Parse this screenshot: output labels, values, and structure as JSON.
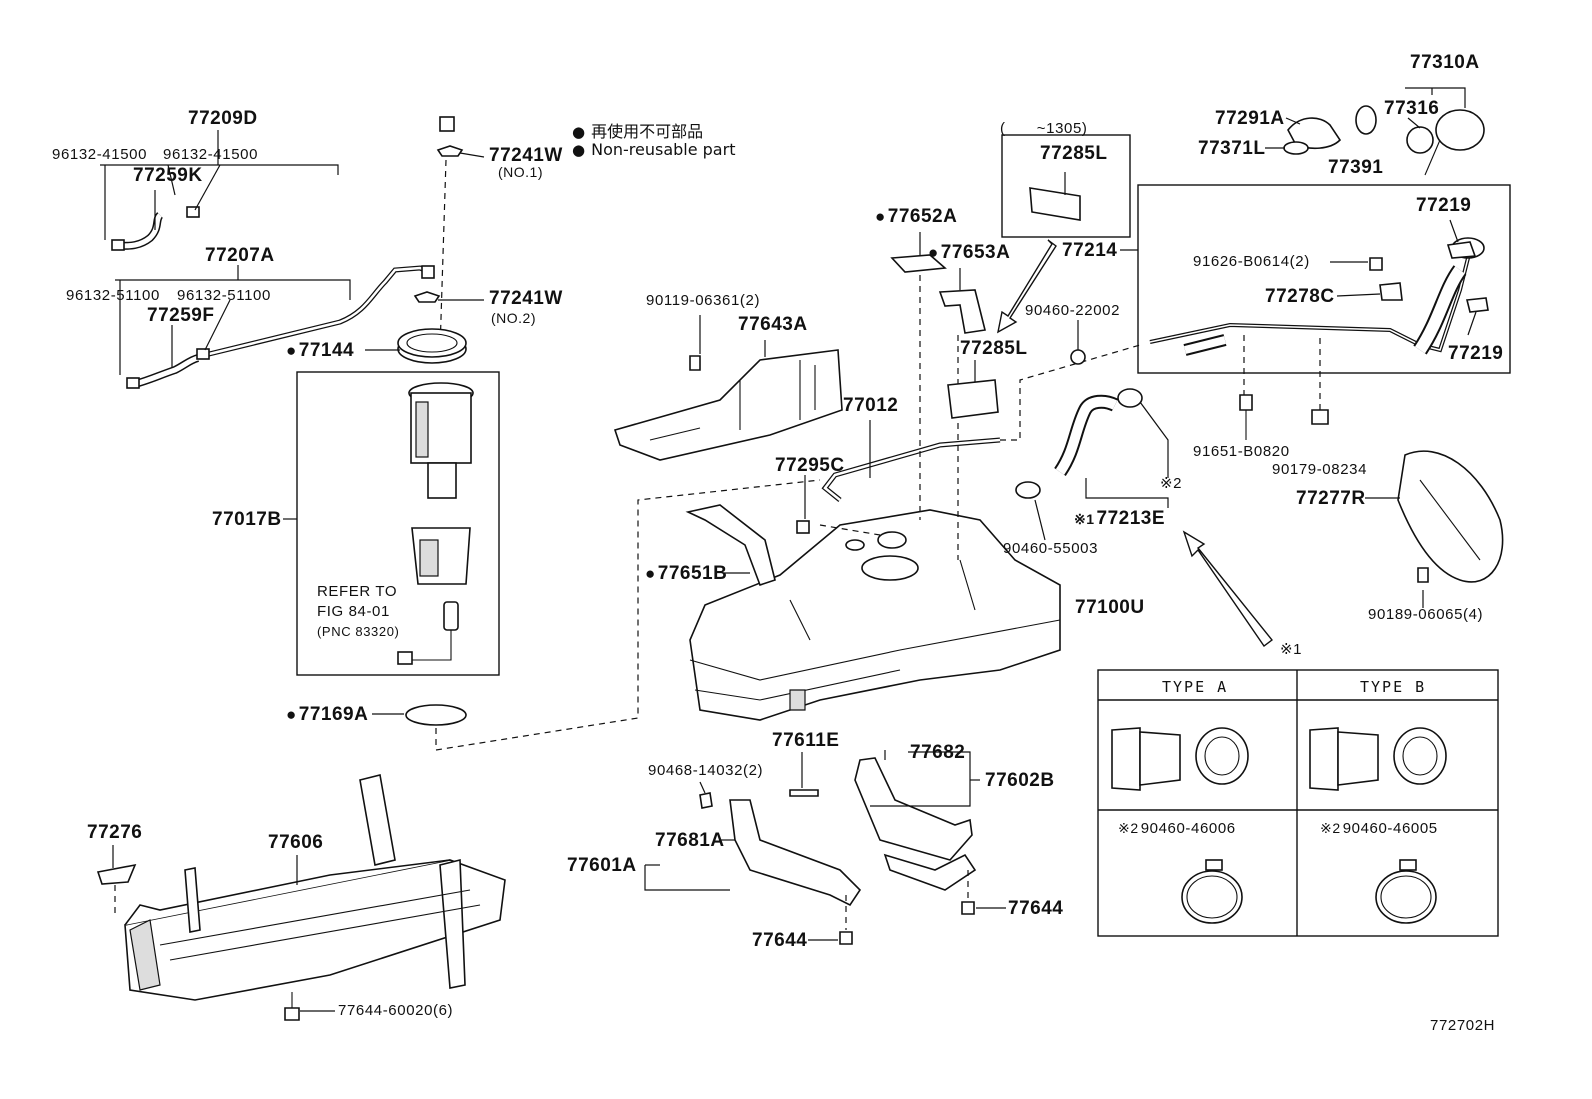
{
  "legend": {
    "dot_ja": "再使用不可部品",
    "dot_en": "Non-reusable part"
  },
  "range_label": "(　　~1305)",
  "type_table": {
    "type_a": "TYPE A",
    "type_b": "TYPE B",
    "clamp_a": "90460-46006",
    "clamp_b": "90460-46005",
    "mark2": "※2"
  },
  "refer": {
    "line1": "REFER TO",
    "line2": "FIG 84-01",
    "line3": "(PNC 83320)"
  },
  "figure_code": "772702H",
  "marks": {
    "m1": "※1",
    "m2": "※2"
  },
  "labels": {
    "p77209D": "77209D",
    "p96132_41500_a": "96132-41500",
    "p96132_41500_b": "96132-41500",
    "p77259K": "77259K",
    "p77241W_1": "77241W",
    "no1": "(NO.1)",
    "p77207A": "77207A",
    "p96132_51100_a": "96132-51100",
    "p96132_51100_b": "96132-51100",
    "p77259F": "77259F",
    "p77241W_2": "77241W",
    "no2": "(NO.2)",
    "p77144": "77144",
    "p77017B": "77017B",
    "p77169A": "77169A",
    "p77276": "77276",
    "p77606": "77606",
    "p77644_60020": "77644-60020(6)",
    "p90119": "90119-06361(2)",
    "p77643A": "77643A",
    "p77652A": "77652A",
    "p77653A": "77653A",
    "p77285L_top": "77285L",
    "p77285L": "77285L",
    "p77012": "77012",
    "p77295C": "77295C",
    "p77651B": "77651B",
    "p77100U": "77100U",
    "p90460_22002": "90460-22002",
    "p90460_55003": "90460-55003",
    "p77213E": "77213E",
    "p77611E": "77611E",
    "p90468": "90468-14032(2)",
    "p77682": "77682",
    "p77602B": "77602B",
    "p77601A": "77601A",
    "p77681A": "77681A",
    "p77644_a": "77644",
    "p77644_b": "77644",
    "p77310A": "77310A",
    "p77291A": "77291A",
    "p77316": "77316",
    "p77371L": "77371L",
    "p77391": "77391",
    "p77219_top": "77219",
    "p91626": "91626-B0614(2)",
    "p77214": "77214",
    "p77278C": "77278C",
    "p77219_bot": "77219",
    "p91651": "91651-B0820",
    "p90179": "90179-08234",
    "p77277R": "77277R",
    "p90189": "90189-06065(4)"
  }
}
